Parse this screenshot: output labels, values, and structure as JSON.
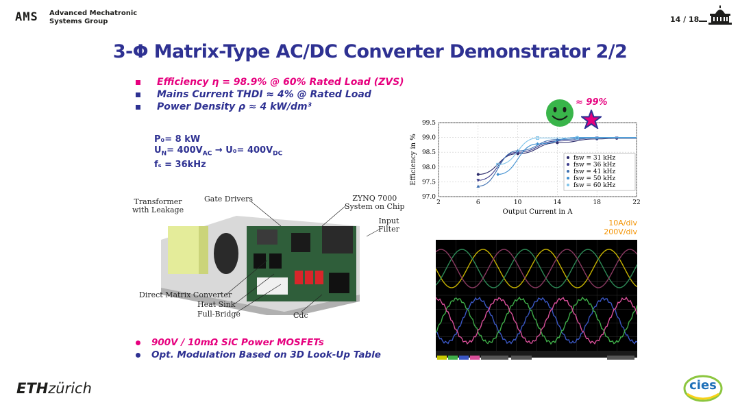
{
  "header": {
    "logo_text": "AMS",
    "group_line1": "Advanced Mechatronic",
    "group_line2": "Systems Group",
    "page": "14 / 18"
  },
  "title": "3-Φ Matrix-Type AC/DC Converter Demonstrator 2/2",
  "bullets": [
    {
      "text": "Efficiency η = 98.9% @ 60% Rated Load (ZVS)",
      "color": "#e6007e"
    },
    {
      "text": "Mains Current THDI ≈ 4% @ Rated Load",
      "color": "#2e3192"
    },
    {
      "text": "Power Density ρ ≈ 4 kW/dm³",
      "color": "#e6007e"
    }
  ],
  "params": {
    "p0": "P₀= 8 kW",
    "un_prefix": "U",
    "un_sub": "N",
    "un_mid": "= 400V",
    "un_ac": "AC",
    "arrow": "→",
    "u0_prefix": "U₀= 400V",
    "u0_dc": "DC",
    "fs": "fₛ = 36kHz"
  },
  "photo_labels": {
    "transformer_1": "Transformer",
    "transformer_2": "with Leakage",
    "gate_drivers": "Gate Drivers",
    "zynq_1": "ZYNQ 7000",
    "zynq_2": "System on Chip",
    "input_1": "Input",
    "input_2": "Filter",
    "dmc": "Direct Matrix Converter",
    "heat_sink": "Heat Sink",
    "full_bridge": "Full-Bridge",
    "cdc": "Cdc"
  },
  "bullets2": [
    {
      "text": "900V / 10mΩ SiC Power MOSFETs",
      "color": "#e6007e"
    },
    {
      "text": "Opt. Modulation Based on 3D Look-Up Table",
      "color": "#2e3192"
    }
  ],
  "annotation_99": "≈ 99%",
  "scope_scale_1": "10A/div",
  "scope_scale_2": "200V/div",
  "footer": {
    "eth_bold": "ETH",
    "eth_light": "zürich",
    "cies": "cies"
  },
  "chart_data": {
    "type": "line",
    "xlabel": "Output Current in A",
    "ylabel": "Efficiency in %",
    "xlim": [
      2,
      22
    ],
    "ylim": [
      97.0,
      99.5
    ],
    "xticks": [
      2,
      6,
      10,
      14,
      18,
      22
    ],
    "yticks": [
      97.0,
      97.5,
      98.0,
      98.5,
      99.0,
      99.5
    ],
    "grid": true,
    "legend_position": "right",
    "series": [
      {
        "name": "fsw = 31 kHz",
        "color": "#2b2b6b",
        "marker": "circle",
        "x": [
          6,
          10,
          14,
          18,
          20
        ],
        "y": [
          97.75,
          98.45,
          98.82,
          98.95,
          98.97
        ]
      },
      {
        "name": "fsw = 36 kHz",
        "color": "#3c3c8c",
        "marker": "triangle-down",
        "x": [
          6,
          10,
          14,
          18,
          20
        ],
        "y": [
          97.55,
          98.5,
          98.88,
          98.98,
          98.98
        ]
      },
      {
        "name": "fsw = 41 kHz",
        "color": "#3d6fb0",
        "marker": "triangle",
        "x": [
          6,
          10,
          14,
          18
        ],
        "y": [
          97.35,
          98.55,
          98.93,
          98.98
        ]
      },
      {
        "name": "fsw = 50 kHz",
        "color": "#3f8fd0",
        "marker": "diamond",
        "x": [
          8,
          12,
          16
        ],
        "y": [
          97.75,
          98.78,
          99.0
        ]
      },
      {
        "name": "fsw = 60 kHz",
        "color": "#7fc4ea",
        "marker": "square",
        "x": [
          8,
          12,
          16
        ],
        "y": [
          98.08,
          98.98,
          98.98
        ]
      }
    ]
  }
}
